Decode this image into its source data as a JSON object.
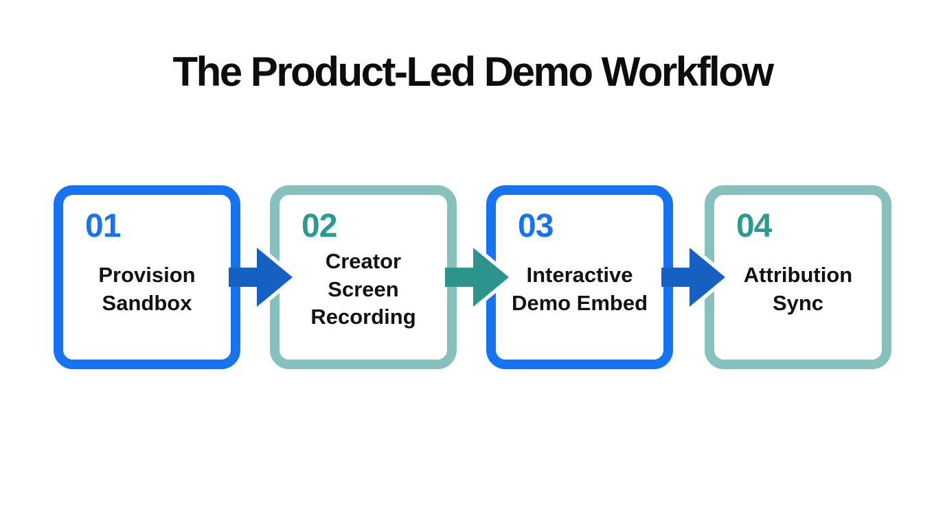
{
  "title": "The Product-Led Demo Workflow",
  "colors": {
    "background": "#ffffff",
    "title": "#0d0d0d",
    "text": "#121212",
    "blue": "#1673f1",
    "blue_dark": "#1660c2",
    "teal_border": "#86c1bd",
    "teal": "#2b9a92",
    "teal_dark": "#2b948b"
  },
  "steps": [
    {
      "number": "01",
      "label": "Provision Sandbox",
      "theme": "blue"
    },
    {
      "number": "02",
      "label": "Creator Screen Recording",
      "theme": "teal"
    },
    {
      "number": "03",
      "label": "Interactive Demo Embed",
      "theme": "blue"
    },
    {
      "number": "04",
      "label": "Attribution Sync",
      "theme": "teal"
    }
  ],
  "arrows": [
    {
      "theme": "blue",
      "direction": "right"
    },
    {
      "theme": "teal",
      "direction": "right"
    },
    {
      "theme": "blue",
      "direction": "right"
    }
  ]
}
